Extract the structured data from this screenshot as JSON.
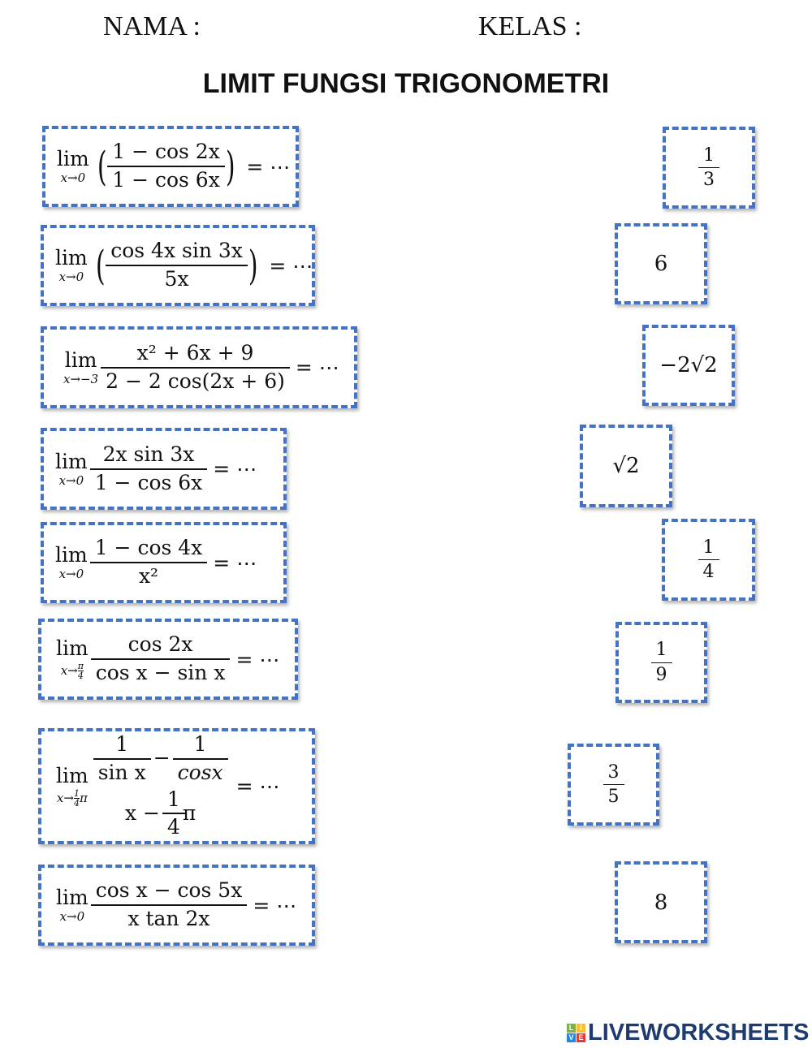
{
  "header": {
    "nama": "NAMA :",
    "kelas": "KELAS :",
    "title": "LIMIT FUNGSI TRIGONOMETRI"
  },
  "lim": "lim",
  "tail": "= ⋯",
  "problems": [
    {
      "sub": "x→0",
      "num": "1 − cos 2x",
      "den": "1 − cos 6x"
    },
    {
      "sub": "x→0",
      "num": "cos 4x sin 3x",
      "den": "5x"
    },
    {
      "sub": "x→−3",
      "num": "x² + 6x + 9",
      "den": "2 − 2 cos(2x + 6)"
    },
    {
      "sub": "x→0",
      "num": "2x sin 3x",
      "den": "1 − cos 6x"
    },
    {
      "sub": "x→0",
      "num": "1 − cos 4x",
      "den": "x²"
    },
    {
      "sub_pre": "x→",
      "sub_num": "π",
      "sub_den": "4",
      "num": "cos 2x",
      "den": "cos x − sin x"
    },
    {
      "sub_pre": "x→",
      "sub_num": "1",
      "sub_den": "4",
      "sub_post": "π",
      "n1_num": "1",
      "n1_den": "sin x",
      "minus": "−",
      "n2_num": "1",
      "n2_den": "cosx",
      "den_pre": "x −",
      "den_num": "1",
      "den_den": "4",
      "den_post": "π"
    },
    {
      "sub": "x→0",
      "num": "cos x − cos 5x",
      "den": "x tan 2x"
    }
  ],
  "answers": [
    {
      "num": "1",
      "den": "3"
    },
    {
      "value": "6"
    },
    {
      "value": "−2√2"
    },
    {
      "value": "√2"
    },
    {
      "num": "1",
      "den": "4"
    },
    {
      "num": "1",
      "den": "9"
    },
    {
      "num": "3",
      "den": "5"
    },
    {
      "value": "8"
    }
  ],
  "logo": {
    "tiles": [
      "L",
      "I",
      "V",
      "E"
    ],
    "word": "LIVEWORKSHEETS",
    "colors": [
      "#7cb342",
      "#fbc02d",
      "#1e88e5",
      "#e53935"
    ]
  }
}
